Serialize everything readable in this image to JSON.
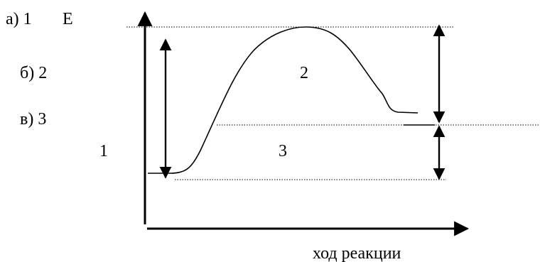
{
  "options": [
    {
      "label": "а) 1"
    },
    {
      "label": "б) 2"
    },
    {
      "label": "в) 3"
    }
  ],
  "diagram": {
    "y_axis_label": "E",
    "x_axis_label": "ход реакции",
    "arrow_labels": {
      "left": "1",
      "peak": "2",
      "bottom": "3"
    },
    "colors": {
      "line": "#000000",
      "background": "#ffffff"
    }
  }
}
